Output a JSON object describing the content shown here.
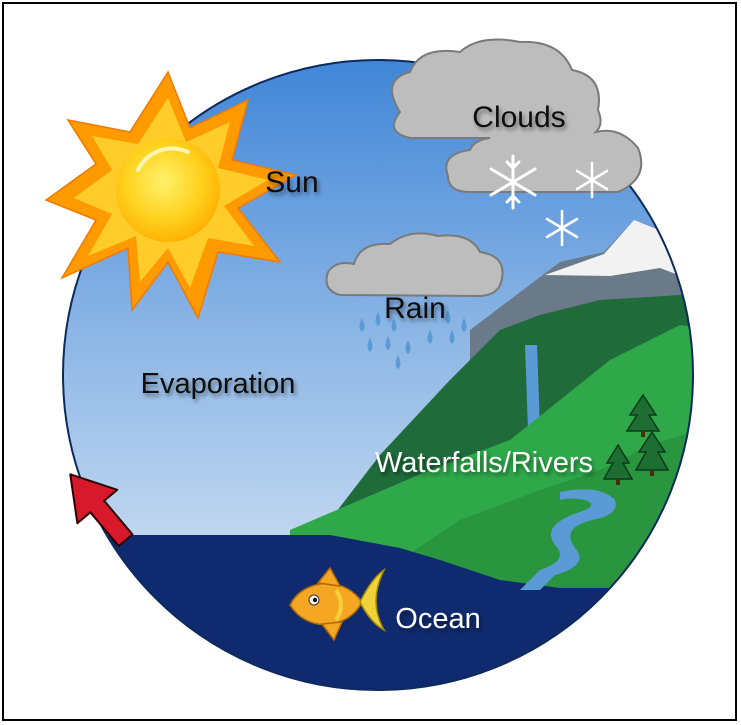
{
  "labels": {
    "sun": "Sun",
    "clouds": "Clouds",
    "rain": "Rain",
    "evaporation": "Evaporation",
    "waterfalls": "Waterfalls/Rivers",
    "ocean": "Ocean"
  },
  "colors": {
    "sky_top": "#3b82d6",
    "sky_bottom": "#e9f0f8",
    "ocean": "#0f2a6e",
    "land_dark": "#1f6b3a",
    "land_light": "#2fa84a",
    "mountain": "#6b7a88",
    "snow": "#f2f2f2",
    "cloud": "#bdbdbd",
    "sun": "#ffb400",
    "arrow": "#d8182b",
    "fish": "#f5a623",
    "river": "#5b9bd5"
  }
}
